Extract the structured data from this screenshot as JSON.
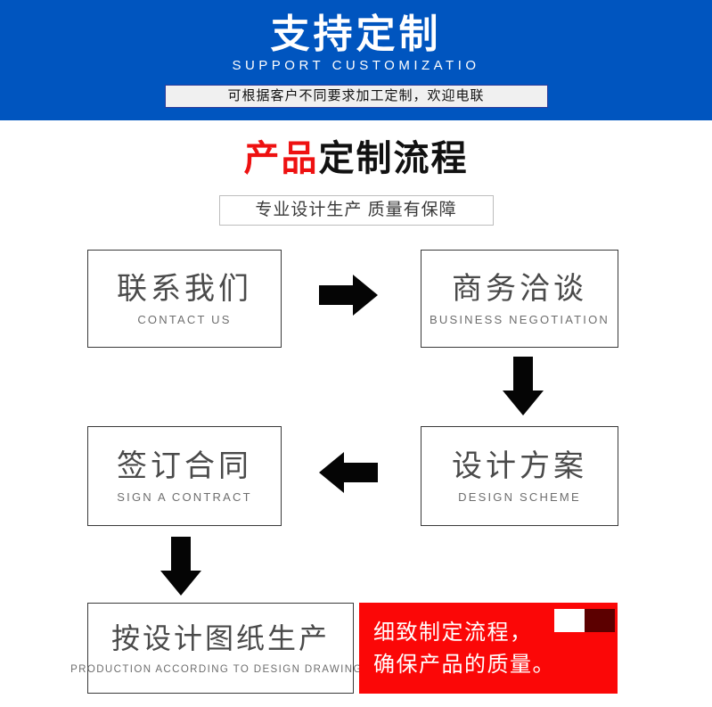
{
  "header": {
    "title": "支持定制",
    "subtitle": "SUPPORT CUSTOMIZATIO",
    "pill": "可根据客户不同要求加工定制，欢迎电联",
    "bg_color": "#0055bf"
  },
  "section": {
    "title_accent": "产品",
    "title_rest": "定制流程",
    "title_accent_color": "#ee1111",
    "subtitle": "专业设计生产 质量有保障"
  },
  "flow": {
    "steps": [
      {
        "cn": "联系我们",
        "en": "CONTACT US"
      },
      {
        "cn": "商务洽谈",
        "en": "BUSINESS  NEGOTIATION"
      },
      {
        "cn": "设计方案",
        "en": "DESIGN  SCHEME"
      },
      {
        "cn": "签订合同",
        "en": "SIGN A CONTRACT"
      },
      {
        "cn": "按设计图纸生产",
        "en": "PRODUCTION ACCORDING TO DESIGN DRAWINGS"
      }
    ],
    "arrows": [
      {
        "name": "arrow-right-icon",
        "direction": "right"
      },
      {
        "name": "arrow-down-icon",
        "direction": "down"
      },
      {
        "name": "arrow-left-icon",
        "direction": "left"
      },
      {
        "name": "arrow-down-icon",
        "direction": "down"
      }
    ]
  },
  "callout": {
    "line1": "细致制定流程，",
    "line2": "确保产品的质量。",
    "bg_color": "#fb0707",
    "swatch_light": "#ffffff",
    "swatch_dark": "#5c0000"
  }
}
